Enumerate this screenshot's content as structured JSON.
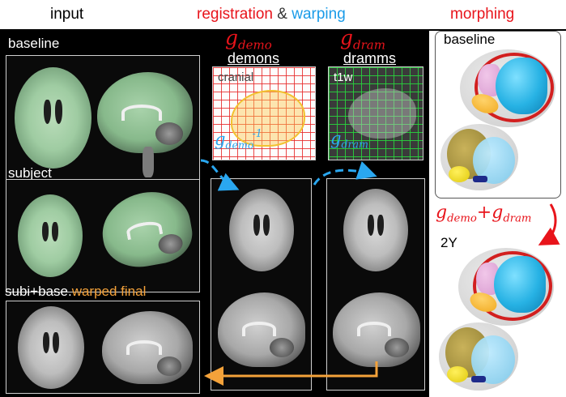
{
  "header": {
    "input": "input",
    "registration": "registration",
    "amp": " & ",
    "warping": "warping",
    "morphing": "morphing"
  },
  "left": {
    "baseline_label": "baseline",
    "subject_label": "subject",
    "combined_label": "subi+base.",
    "warped_final_label": "warped final"
  },
  "registration": {
    "demons": {
      "symbol": "g",
      "sub": "demo",
      "title": "demons",
      "panel_text": "cranial",
      "inverse_symbol": "g",
      "inverse_sub": "demo",
      "inverse_sup": "-1"
    },
    "dramms": {
      "symbol": "g",
      "sub": "dram",
      "title": "dramms",
      "panel_text": "t1w",
      "inverse_symbol": "g",
      "inverse_sub": "dram"
    }
  },
  "morphing": {
    "baseline_label": "baseline",
    "formula_g1": "g",
    "formula_sub1": "demo",
    "formula_plus": "+",
    "formula_g2": "g",
    "formula_sub2": "dram",
    "followup_label": "2Y"
  },
  "colors": {
    "red": "#e8141b",
    "blue": "#1a9be8",
    "orange": "#f4a23a"
  }
}
